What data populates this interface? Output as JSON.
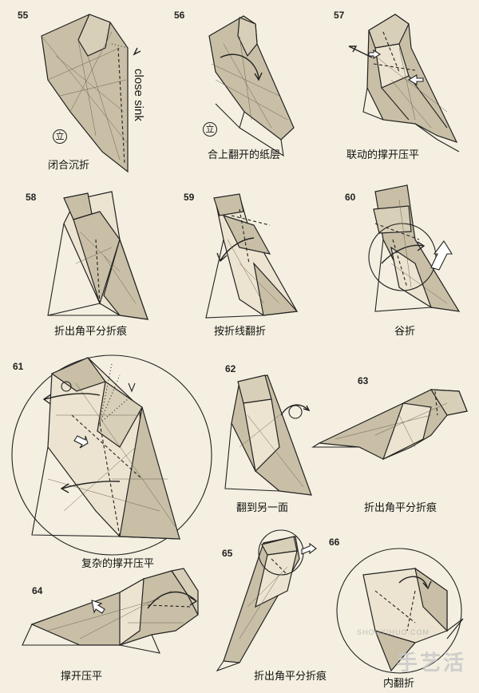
{
  "steps": [
    {
      "number": "55",
      "caption": "闭合沉折"
    },
    {
      "number": "56",
      "caption": "合上翻开的纸层"
    },
    {
      "number": "57",
      "caption": "联动的撑开压平"
    },
    {
      "number": "58",
      "caption": "折出角平分折痕"
    },
    {
      "number": "59",
      "caption": "按折线翻折"
    },
    {
      "number": "60",
      "caption": "谷折"
    },
    {
      "number": "61",
      "caption": "复杂的撑开压平"
    },
    {
      "number": "62",
      "caption": "翻到另一面"
    },
    {
      "number": "63",
      "caption": "折出角平分折痕"
    },
    {
      "number": "64",
      "caption": "撑开压平"
    },
    {
      "number": "65",
      "caption": "折出角平分折痕"
    },
    {
      "number": "66",
      "caption": "内翻折"
    }
  ],
  "annotations": {
    "close_sink": "close sink",
    "stand_badge_55": "立",
    "stand_badge_56": "立"
  },
  "watermark": {
    "brand": "手艺活",
    "url": "SHOUYIHUO.COM"
  },
  "colors": {
    "background": "#f4efe0",
    "paper": "#c8bfa6",
    "paper_light": "#ece4d0",
    "line": "#222222"
  }
}
